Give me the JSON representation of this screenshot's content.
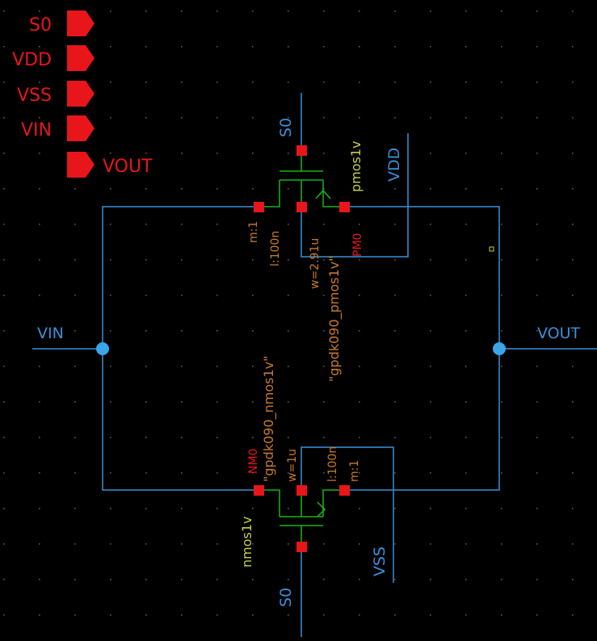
{
  "colors": {
    "background": "#000000",
    "grid_dot": "#5a5a5a",
    "wire": "#3a8fd8",
    "device": "#19b519",
    "pin": "#e8161a",
    "pin_label": "#e8161a",
    "property": "#c87a2a",
    "device_name": "#e8161a",
    "model_name": "#c6cf43",
    "net_label": "#3a8fd8",
    "junction": "#3aa6ea"
  },
  "pins": [
    {
      "name": "S0",
      "label": "S0",
      "icon": "input-pin-arrow-icon"
    },
    {
      "name": "VDD",
      "label": "VDD",
      "icon": "input-pin-arrow-icon"
    },
    {
      "name": "VSS",
      "label": "VSS",
      "icon": "input-pin-arrow-icon"
    },
    {
      "name": "VIN",
      "label": "VIN",
      "icon": "input-pin-arrow-icon"
    },
    {
      "name": "VOUT",
      "label": "VOUT",
      "icon": "output-pin-arrow-icon"
    }
  ],
  "nets": {
    "vin": "VIN",
    "vout": "VOUT",
    "s0_top": "S0",
    "s0_bottom": "S0",
    "vdd": "VDD",
    "vss": "VSS"
  },
  "pmos": {
    "instance": "PM0",
    "cell": "pmos1v",
    "model": "\"gpdk090_pmos1v\"",
    "multiplier": "m:1",
    "length": "l:100n",
    "width": "w=2.91u"
  },
  "nmos": {
    "instance": "NM0",
    "cell": "nmos1v",
    "model": "\"gpdk090_nmos1v\"",
    "multiplier": "m:1",
    "length": "l:100n",
    "width": "w=1u"
  }
}
